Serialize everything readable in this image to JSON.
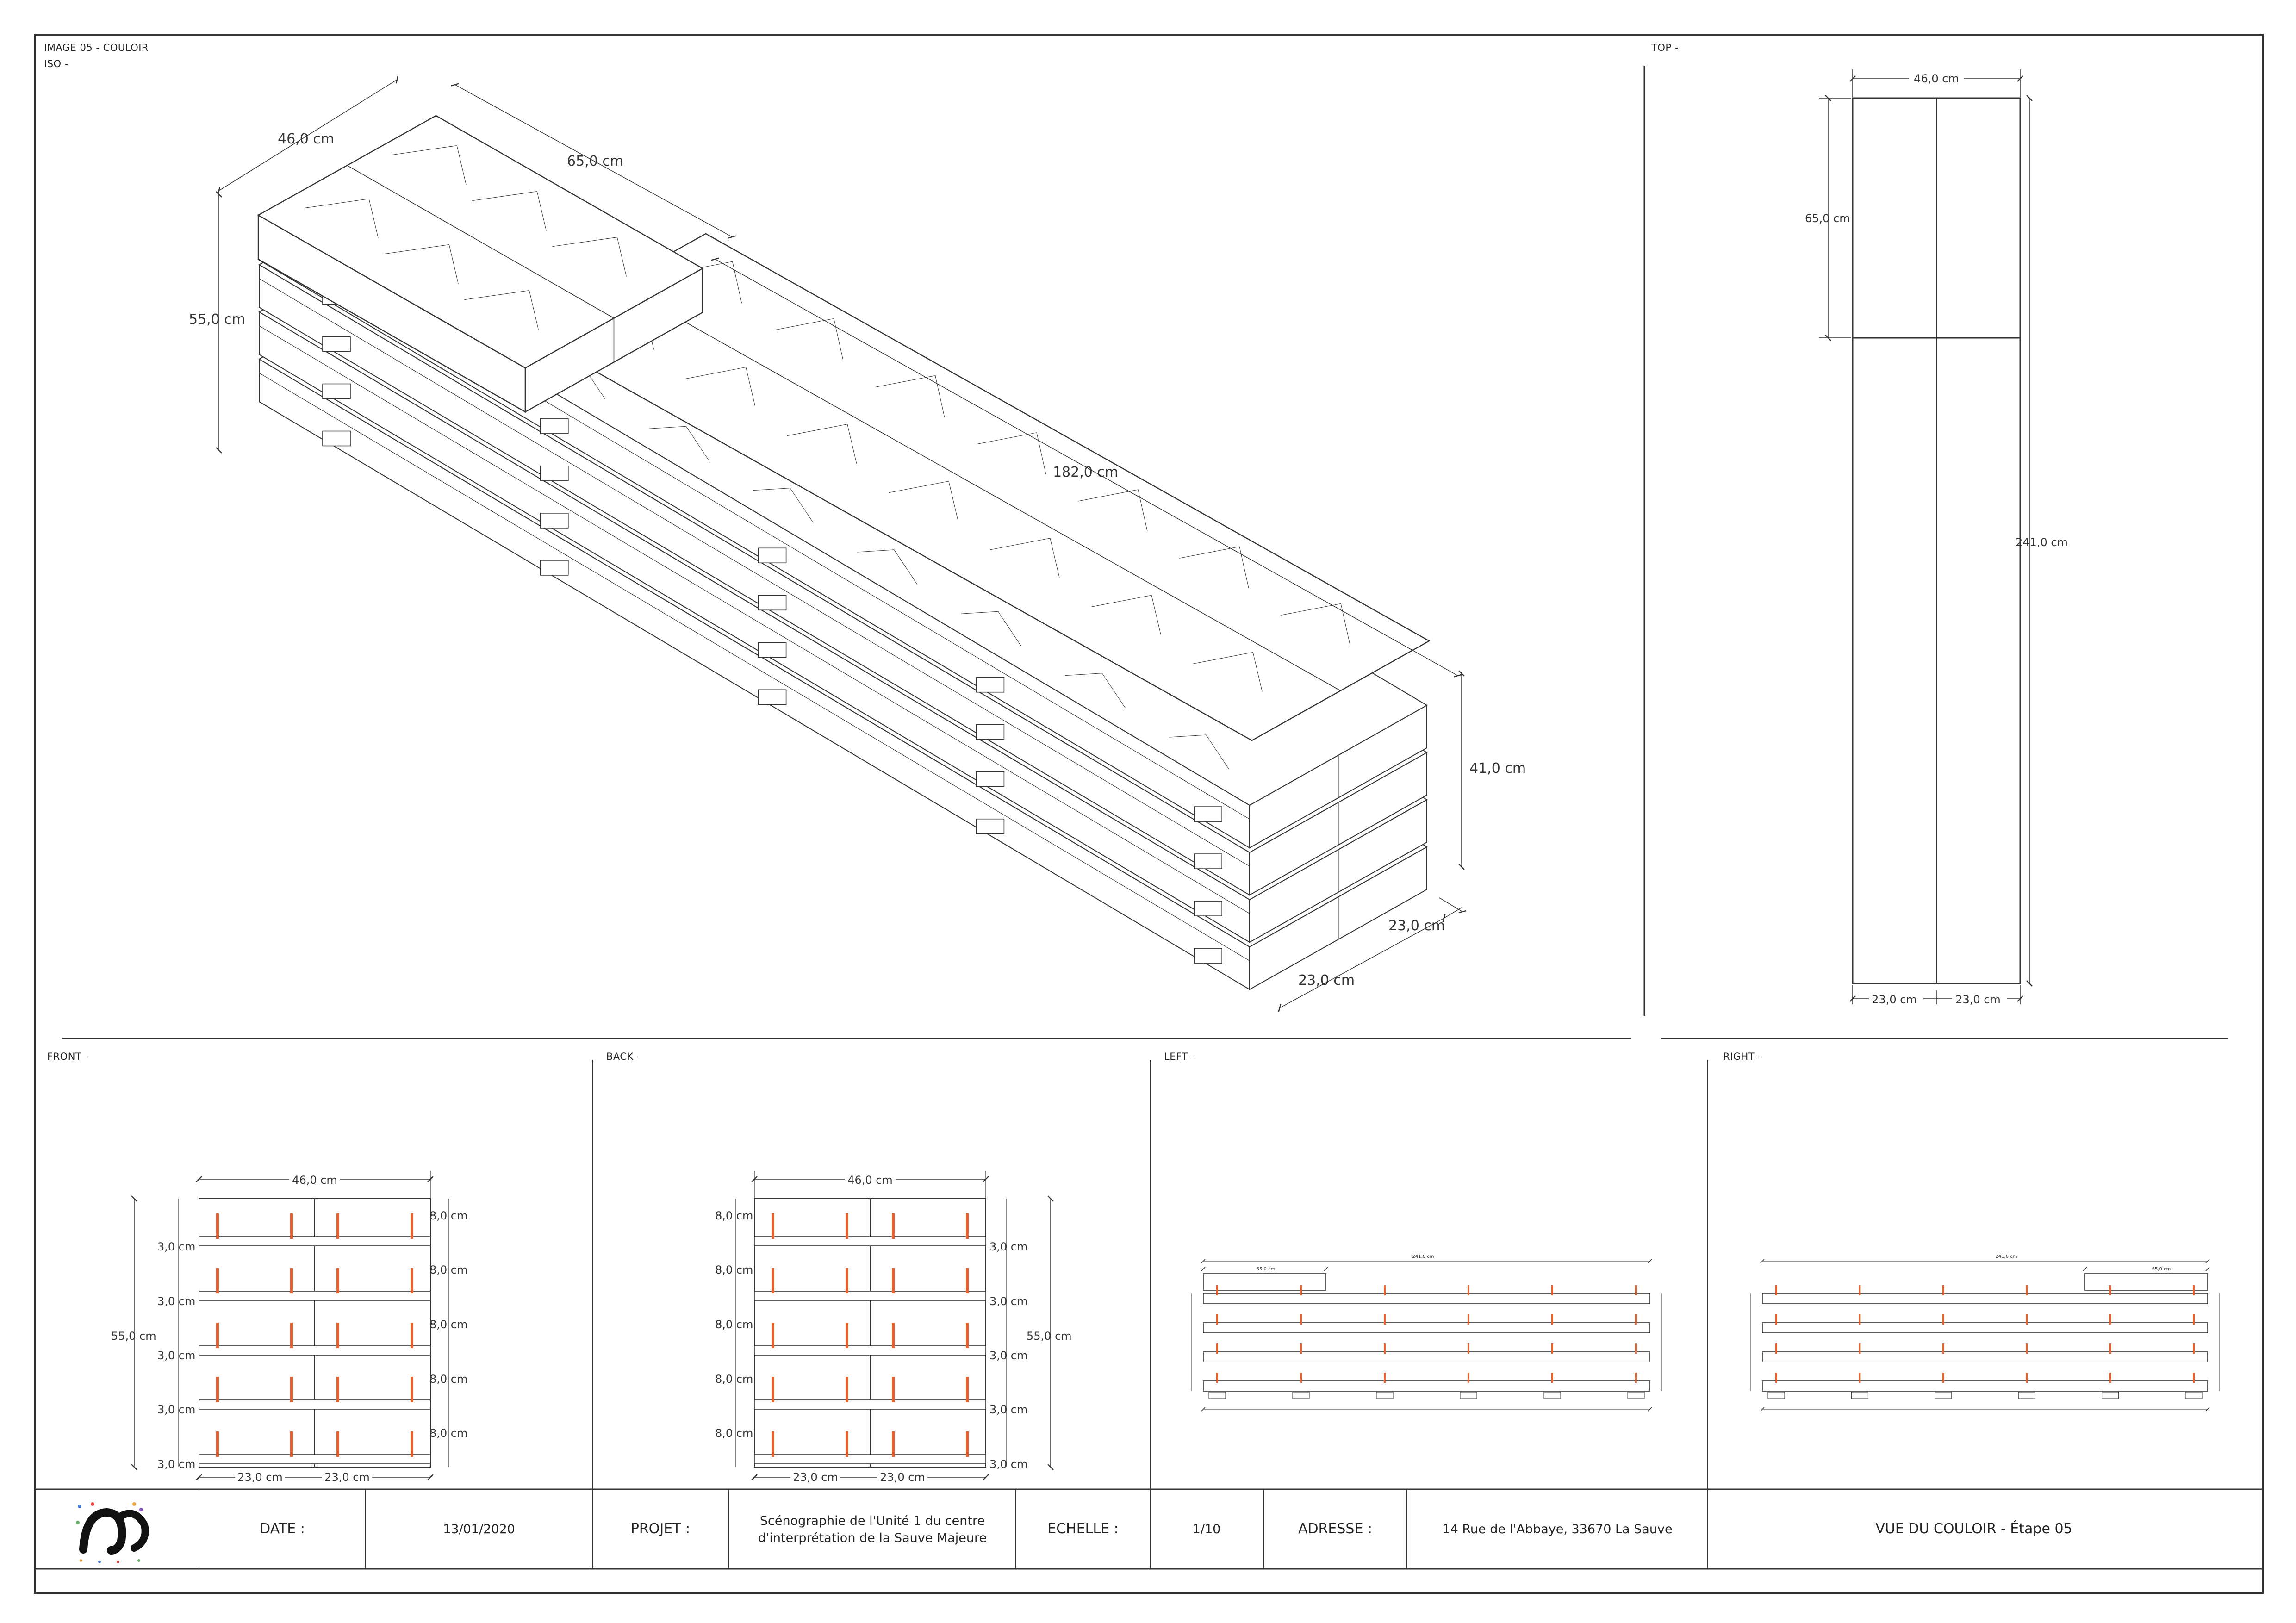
{
  "sheet_labels": {
    "image_title": "IMAGE 05 - COULOIR",
    "iso": "ISO -",
    "top": "TOP -",
    "front": "FRONT -",
    "back": "BACK -",
    "left": "LEFT -",
    "right": "RIGHT -"
  },
  "iso_dims": {
    "width": "46,0 cm",
    "depth": "65,0 cm",
    "height_left": "55,0 cm",
    "length": "182,0 cm",
    "height_right": "41,0 cm",
    "half_a": "23,0 cm",
    "half_b": "23,0 cm"
  },
  "top_dims": {
    "width": "46,0 cm",
    "short": "65,0 cm",
    "long": "241,0 cm",
    "half_a": "23,0 cm",
    "half_b": "23,0 cm"
  },
  "front_dims": {
    "width": "46,0 cm",
    "height": "55,0 cm",
    "gap": "3,0 cm",
    "board": "8,0 cm",
    "half_a": "23,0 cm",
    "half_b": "23,0 cm"
  },
  "back_dims": {
    "width": "46,0 cm",
    "height": "55,0 cm",
    "gap": "3,0 cm",
    "board": "8,0 cm",
    "half_a": "23,0 cm",
    "half_b": "23,0 cm"
  },
  "side_dims": {
    "total": "241,0 cm",
    "short": "65,0 cm"
  },
  "colors": {
    "line": "#333333",
    "screw": "#e8622f"
  },
  "title_block": {
    "date_label": "DATE :",
    "date_value": "13/01/2020",
    "projet_label": "PROJET :",
    "projet_line1": "Scénographie de l'Unité 1 du centre",
    "projet_line2": "d'interprétation de la Sauve Majeure",
    "echelle_label": "ECHELLE :",
    "echelle_value": "1/10",
    "adresse_label": "ADRESSE :",
    "adresse_value": "14 Rue de l'Abbaye, 33670 La Sauve",
    "sheet_title": "VUE DU COULOIR - Étape 05"
  }
}
